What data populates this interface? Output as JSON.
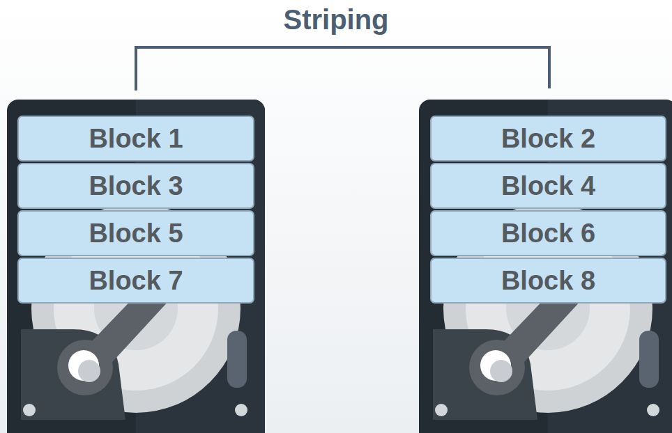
{
  "diagram": {
    "title": "Striping",
    "nodes": [
      {
        "text": [
          "Block 1"
        ]
      },
      {
        "text": [
          "Block 2"
        ]
      },
      {
        "text": [
          "Block 3"
        ]
      },
      {
        "text": [
          "Block 4"
        ]
      },
      {
        "text": [
          "Block 5"
        ]
      },
      {
        "text": [
          "Block 6"
        ]
      },
      {
        "text": [
          "Block 7"
        ]
      },
      {
        "text": [
          "Block 8"
        ]
      }
    ]
  }
}
